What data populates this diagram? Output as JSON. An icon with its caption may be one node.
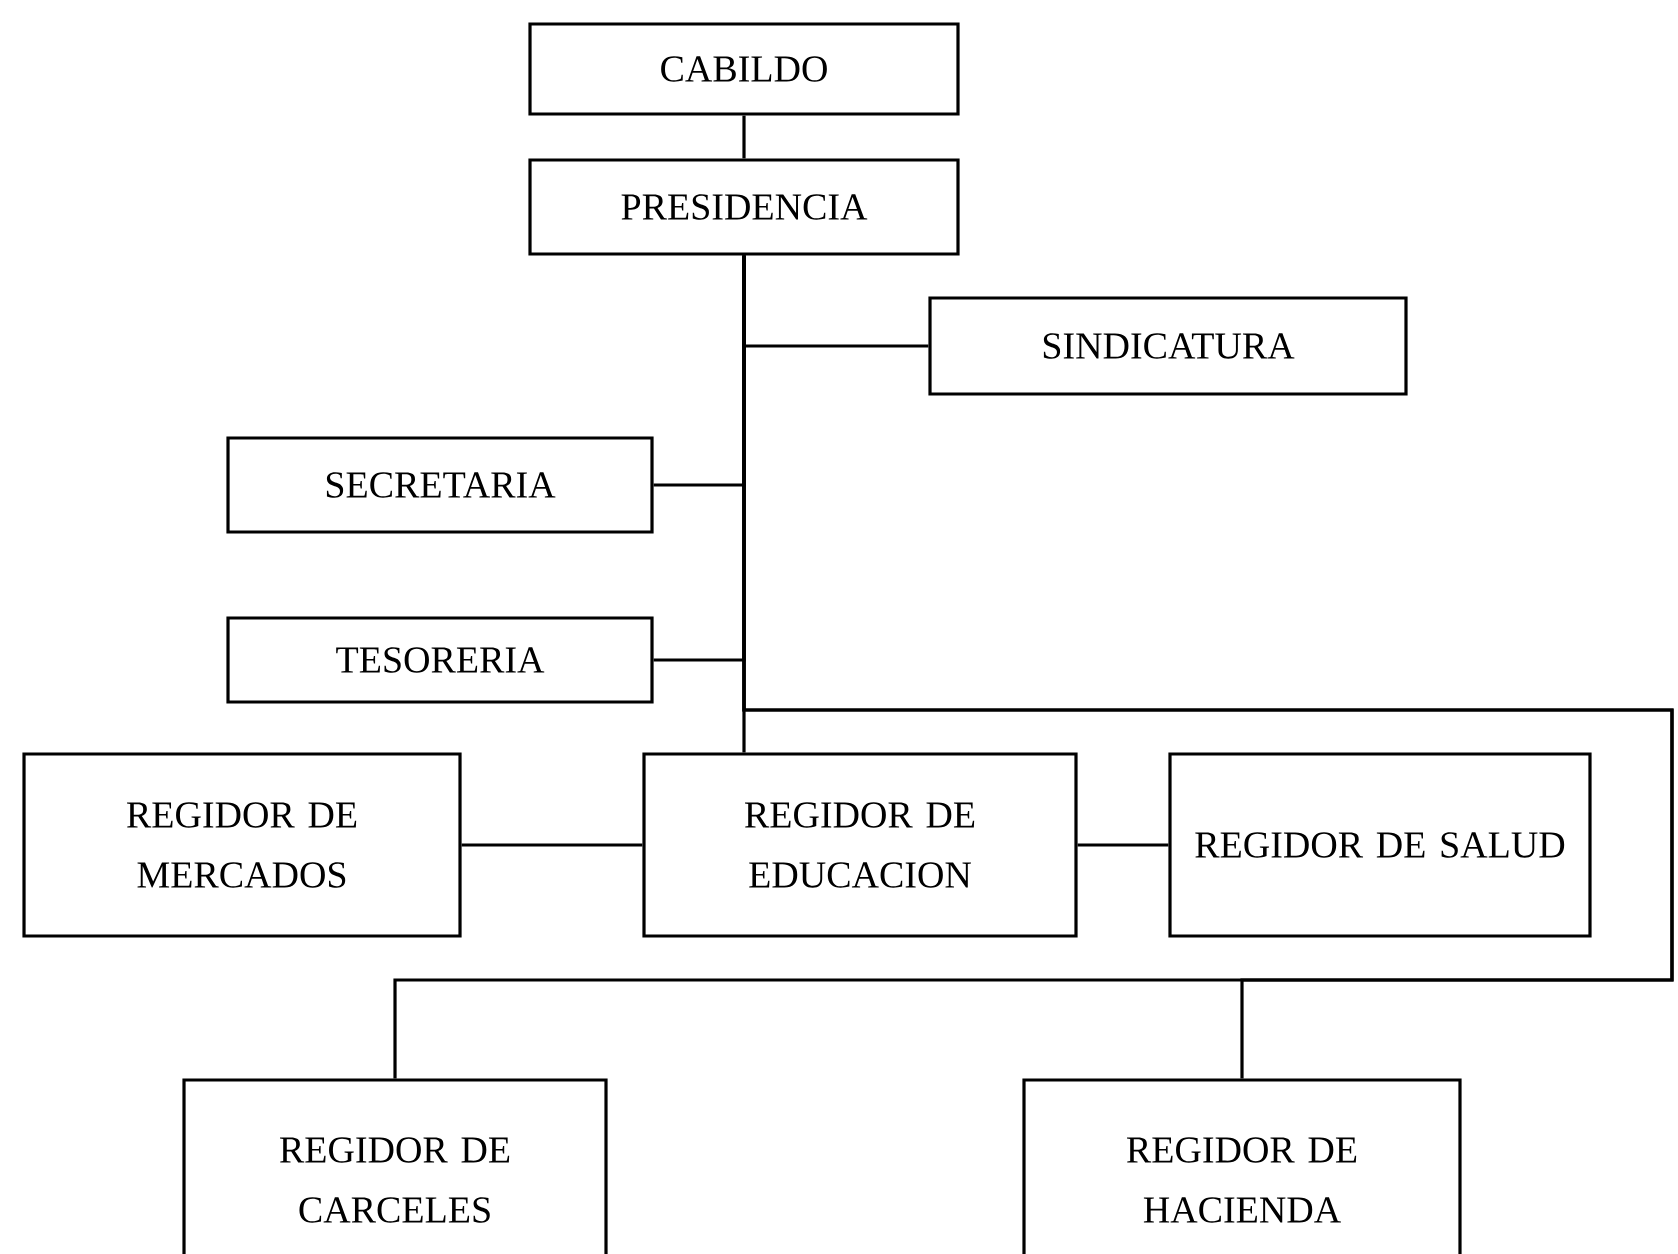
{
  "diagram": {
    "nodes": [
      {
        "text": [
          "CABILDO"
        ]
      },
      {
        "text": [
          "PRESIDENCIA"
        ]
      },
      {
        "text": [
          "SINDICATURA"
        ]
      },
      {
        "text": [
          "SECRETARIA"
        ]
      },
      {
        "text": [
          "TESORERIA"
        ]
      },
      {
        "text": [
          "REGIDOR DE MERCADOS"
        ]
      },
      {
        "text": [
          "REGIDOR DE EDUCACION"
        ]
      },
      {
        "text": [
          "REGIDOR DE SALUD"
        ]
      },
      {
        "text": [
          "REGIDOR DE CARCELES"
        ]
      },
      {
        "text": [
          "REGIDOR DE HACIENDA"
        ]
      }
    ],
    "edges": [
      {
        "from": 0,
        "to": 1,
        "arrow": "none"
      },
      {
        "from": 1,
        "to": 2,
        "arrow": "none"
      },
      {
        "from": 1,
        "to": 3,
        "arrow": "none"
      },
      {
        "from": 1,
        "to": 4,
        "arrow": "none"
      },
      {
        "from": 1,
        "to": 6,
        "arrow": "none"
      },
      {
        "from": 6,
        "to": 5,
        "arrow": "none"
      },
      {
        "from": 6,
        "to": 7,
        "arrow": "none"
      },
      {
        "from": 1,
        "to": 8,
        "arrow": "none"
      },
      {
        "from": 1,
        "to": 9,
        "arrow": "none"
      }
    ]
  }
}
